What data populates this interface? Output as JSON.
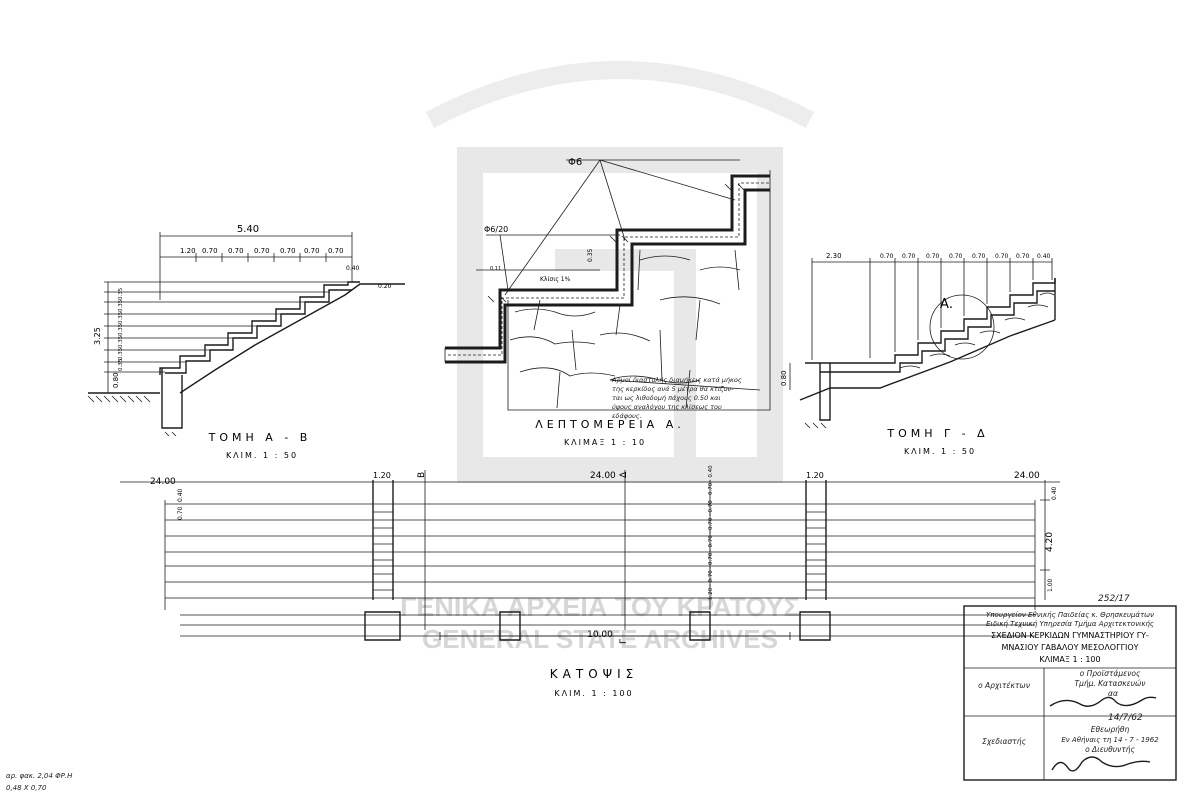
{
  "watermark": {
    "line_greek": "ΓΕΝΙΚΑ ΑΡΧΕΙΑ ΤΟΥ ΚΡΑΤΟΥΣ",
    "line_english": "GENERAL STATE ARCHIVES"
  },
  "section_ab": {
    "title": "ΤΟΜΗ  Α - Β",
    "scale": "ΚΛΙΜ. 1 : 50",
    "dims_top": [
      "5.40",
      "1.20",
      "0.70",
      "0.70",
      "0.70",
      "0.70",
      "0.70",
      "0.70"
    ],
    "dim_height": "3.25",
    "dim_bottom": "0.80",
    "dim_top_small": "0.40",
    "dim_side": "0.20",
    "riser_labels": [
      "0.35",
      "0.35",
      "0.35",
      "0.35",
      "0.35",
      "0.35",
      "0.35"
    ]
  },
  "detail_a": {
    "title": "ΛΕΠΤΟΜΕΡΕΙΑ  Α.",
    "scale": "ΚΛΙΜΑΞ 1 : 10",
    "label_phi6": "Φ6",
    "label_phi6_20": "Φ6/20",
    "label_dim": "0.35",
    "label_small": "0.11",
    "label_slope": "Κλίσις 1%",
    "note_lines": [
      "Αρμοί διαστολής διαμήκεις κατά μήκος",
      "της κερκίδος ανά 5 μέτρα θα κτίζον-",
      "ται ως λιθοδομή πάχους 0.50 και",
      "ύψους αναλόγου της κλίσεως του",
      "εδάφους."
    ]
  },
  "section_gd": {
    "title": "ΤΟΜΗ  Γ - Δ",
    "scale": "ΚΛΙΜ. 1 : 50",
    "dims_top": [
      "2.30",
      "0.70",
      "0.70",
      "0.70",
      "0.70",
      "0.70",
      "0.70",
      "0.70",
      "0.40"
    ],
    "dim_side": "0.80",
    "marker": "Α."
  },
  "plan": {
    "title": "ΚΑΤΟΨΙΣ",
    "scale": "ΚΛΙΜ. 1 : 100",
    "dim_left": "24.00",
    "dim_center": "24.00",
    "dim_right": "24.00",
    "dim_bottom": "10.00",
    "dim_rise": "4.20",
    "dim_step_left": "0.40",
    "dim_step_left2": "0.70",
    "dim_120_a": "1.20",
    "dim_120_b": "1.20",
    "dim_right_a": "0.40",
    "dim_right_b": "1.00",
    "dim_vertical": "1.20 · 0.70 · 0.70 · 0.70 · 0.70 · 0.70 · 0.70 · 0.40",
    "cut_b": "Β",
    "cut_d": "Δ",
    "cut_g": "Γ"
  },
  "title_block": {
    "sheet_number": "252/17",
    "ministry_line1": "Υπουργείον Εθνικής Παιδείας κ. Θρησκευμάτων",
    "ministry_line2": "Ειδική Τεχνική Υπηρεσία Τμήμα Αρχιτεκτονικής",
    "project_line1": "ΣΧΕΔΙΟΝ ΚΕΡΚΙΔΩΝ ΓΥΜΝΑΣΤΗΡΙΟΥ ΓΥ-",
    "project_line2": "ΜΝΑΣΙΟΥ ΓΑΒΑΛΟΥ ΜΕΣΟΛΟΓΓΙΟΥ",
    "project_scale": "ΚΛΙΜΑΞ  1 : 100",
    "architect_label": "ο Αρχιτέκτων",
    "head_label_line1": "ο Προϊστάμενος",
    "head_label_line2": "Τμήμ. Κατασκευών",
    "head_signoff": "αα",
    "date_signed": "14/7/62",
    "designer_label": "Σχεδιαστής",
    "checked_label": "Εθεωρήθη",
    "place_date": "Εν Αθήναις τη 14 - 7 - 1962",
    "director_label": "ο Διευθυντής"
  },
  "archive_note": {
    "line1": "αρ. φακ. 2,04 ΦΡ.Η",
    "line2": "0,48 Χ 0,70"
  }
}
